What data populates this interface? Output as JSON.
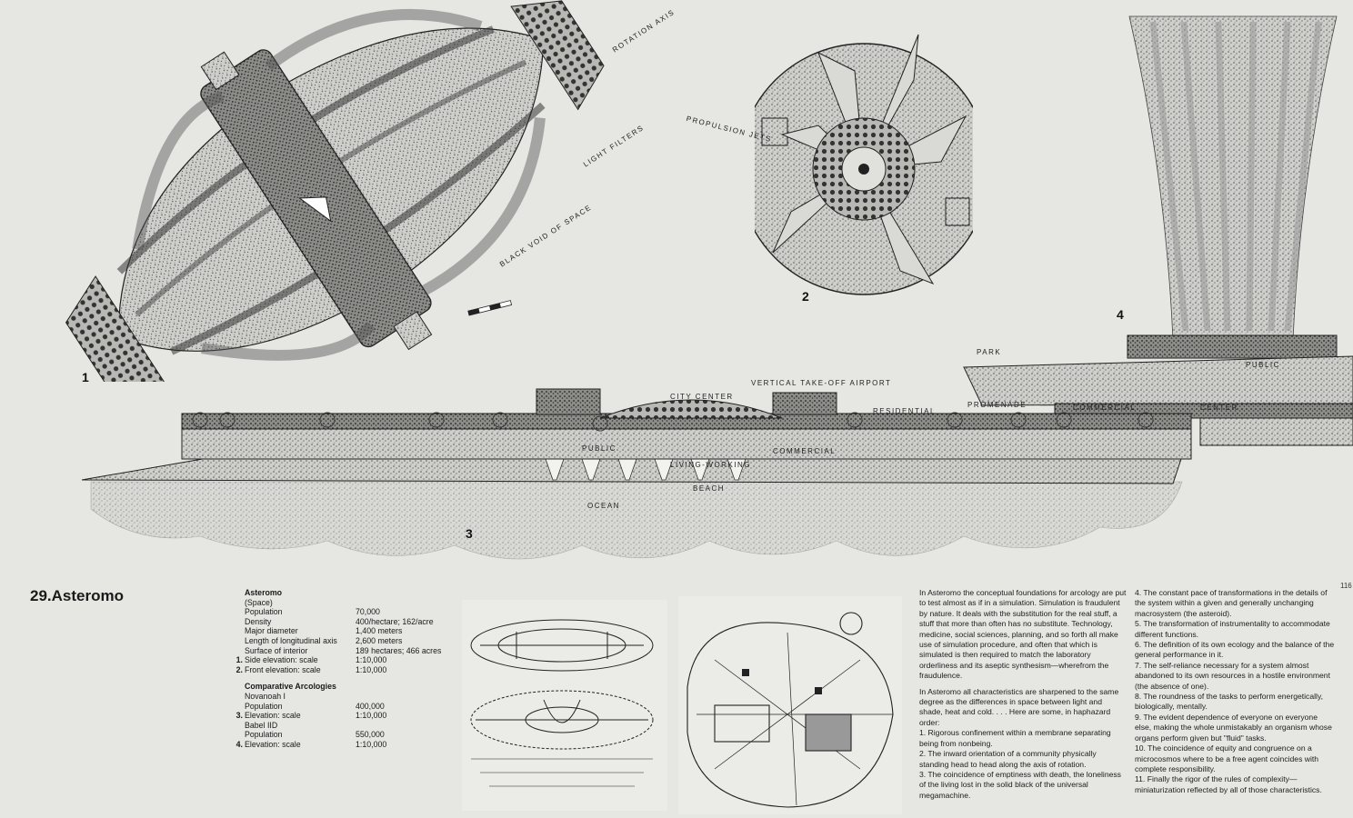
{
  "figures": {
    "fig1": "1",
    "fig2": "2",
    "fig3": "3",
    "fig4": "4"
  },
  "labels": {
    "rotation_axis": "ROTATION AXIS",
    "light_filters": "LIGHT FILTERS",
    "black_void": "BLACK VOID OF SPACE",
    "propulsion_jets": "PROPULSION JETS",
    "vertical_takeoff": "VERTICAL TAKE-OFF AIRPORT",
    "city_center": "CITY CENTER",
    "residential": "RESIDENTIAL",
    "public": "PUBLIC",
    "commercial": "COMMERCIAL",
    "living_working": "LIVING-WORKING",
    "beach": "BEACH",
    "ocean": "OCEAN",
    "park": "PARK",
    "promenade": "PROMENADE",
    "public_right": "PUBLIC",
    "commercial_right": "COMMERCIAL",
    "center_right": "CENTER"
  },
  "title": "29.Asteromo",
  "page_number": "116",
  "specs": {
    "name": "Asteromo",
    "subtitle": "(Space)",
    "rows": [
      {
        "n": "",
        "k": "Population",
        "v": "70,000"
      },
      {
        "n": "",
        "k": "Density",
        "v": "400/hectare; 162/acre"
      },
      {
        "n": "",
        "k": "Major diameter",
        "v": "1,400 meters"
      },
      {
        "n": "",
        "k": "Length of longitudinal axis",
        "v": "2,600 meters"
      },
      {
        "n": "",
        "k": "Surface of interior",
        "v": "189 hectares; 466 acres"
      },
      {
        "n": "1.",
        "k": "Side elevation: scale",
        "v": "1:10,000"
      },
      {
        "n": "2.",
        "k": "Front elevation: scale",
        "v": "1:10,000"
      }
    ],
    "comparative_heading": "Comparative Arcologies",
    "comparative_rows": [
      {
        "n": "",
        "k": "Novanoah I",
        "v": ""
      },
      {
        "n": "",
        "k": "Population",
        "v": "400,000"
      },
      {
        "n": "3.",
        "k": "Elevation: scale",
        "v": "1:10,000"
      },
      {
        "n": "",
        "k": "Babel IID",
        "v": ""
      },
      {
        "n": "",
        "k": "Population",
        "v": "550,000"
      },
      {
        "n": "4.",
        "k": "Elevation: scale",
        "v": "1:10,000"
      }
    ]
  },
  "text": {
    "p1": "In Asteromo the conceptual foundations for arcology are put to test almost as if in a simulation. Simulation is fraudulent by nature. It deals with the substitution for the real stuff, a stuff that more than often has no substitute. Technology, medicine, social sciences, planning, and so forth all make use of simulation procedure, and often that which is simulated is then required to match the laboratory orderliness and its aseptic synthesism—wherefrom the fraudulence.",
    "p2": "In Asteromo all characteristics are sharpened to the same degree as the differences in space between light and shade, heat and cold. . . . Here are some, in haphazard order:",
    "list_left": [
      "1. Rigorous confinement within a membrane separating being from nonbeing.",
      "2. The inward orientation of a community physically standing head to head along the axis of rotation.",
      "3. The coincidence of emptiness with death, the loneliness of the living lost in the solid black of the universal megamachine."
    ],
    "list_right": [
      "4. The constant pace of transformations in the details of the system within a given and generally unchanging macrosystem (the asteroid).",
      "5. The transformation of instrumentality to accommodate different functions.",
      "6. The definition of its own ecology and the balance of the general performance in it.",
      "7. The self-reliance necessary for a system almost abandoned to its own resources in a hostile environment (the absence of one).",
      "8. The roundness of the tasks to perform energetically, biologically, mentally.",
      "9. The evident dependence of everyone on everyone else, making the whole unmistakably an organism whose organs perform given but \"fluid\" tasks.",
      "10. The coincidence of equity and congruence on a microcosmos where to be a free agent coincides with complete responsibility.",
      "11. Finally the rigor of the rules of complexity—miniaturization reflected by all of those characteristics."
    ]
  }
}
